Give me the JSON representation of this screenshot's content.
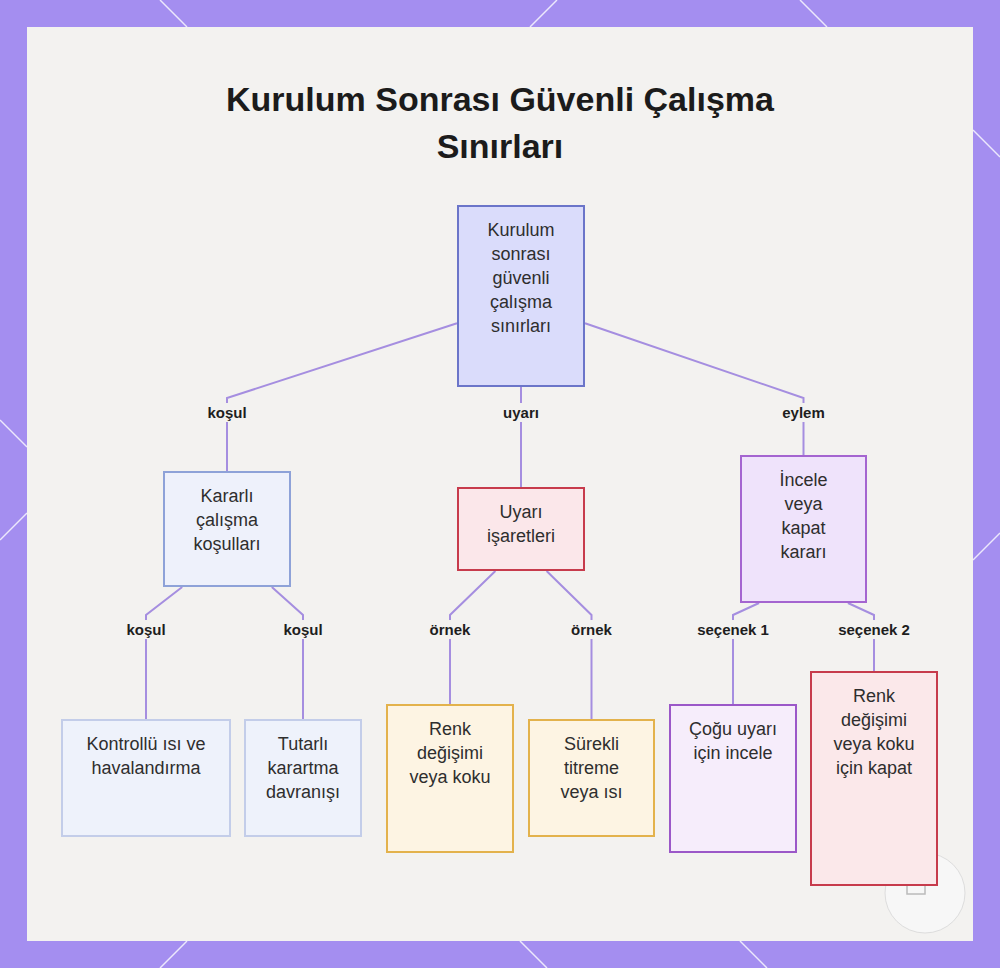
{
  "diagram": {
    "title": "Kurulum Sonrası Güvenli Çalışma Sınırları",
    "nodes": [
      {
        "text": [
          "Kurulum sonrası güvenli çalışma sınırları"
        ]
      },
      {
        "text": [
          "Kararlı çalışma koşulları"
        ]
      },
      {
        "text": [
          "Uyarı işaretleri"
        ]
      },
      {
        "text": [
          "İncele veya kapat kararı"
        ]
      },
      {
        "text": [
          "Kontrollü ısı ve havalandırma"
        ]
      },
      {
        "text": [
          "Tutarlı karartma davranışı"
        ]
      },
      {
        "text": [
          "Renk değişimi veya koku"
        ]
      },
      {
        "text": [
          "Sürekli titreme veya ısı"
        ]
      },
      {
        "text": [
          "Çoğu uyarı için incele"
        ]
      },
      {
        "text": [
          "Renk değişimi veya koku için kapat"
        ]
      }
    ],
    "edges": [
      {
        "from": 0,
        "to": 1,
        "label": "koşul",
        "arrow": "none"
      },
      {
        "from": 0,
        "to": 2,
        "label": "uyarı",
        "arrow": "none"
      },
      {
        "from": 0,
        "to": 3,
        "label": "eylem",
        "arrow": "none"
      },
      {
        "from": 1,
        "to": 4,
        "label": "koşul",
        "arrow": "none"
      },
      {
        "from": 1,
        "to": 5,
        "label": "koşul",
        "arrow": "none"
      },
      {
        "from": 2,
        "to": 6,
        "label": "örnek",
        "arrow": "none"
      },
      {
        "from": 2,
        "to": 7,
        "label": "örnek",
        "arrow": "none"
      },
      {
        "from": 3,
        "to": 8,
        "label": "seçenek 1",
        "arrow": "none"
      },
      {
        "from": 3,
        "to": 9,
        "label": "seçenek 2",
        "arrow": "none"
      }
    ]
  }
}
